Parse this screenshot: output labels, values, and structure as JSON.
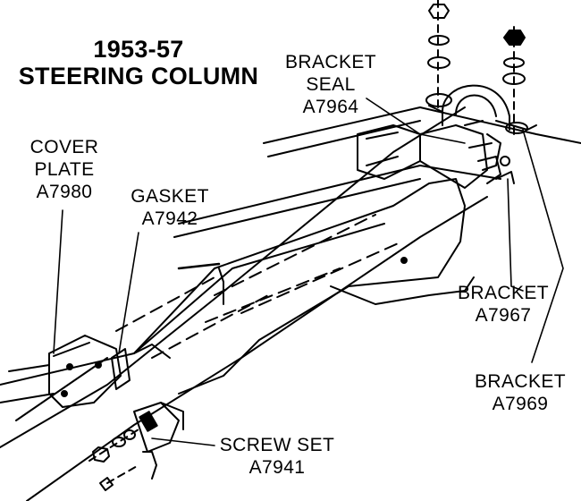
{
  "title": {
    "line1": "1953-57",
    "line2": "STEERING COLUMN"
  },
  "callouts": [
    {
      "id": "bracket-seal",
      "lines": [
        "BRACKET",
        "SEAL",
        "A7964"
      ]
    },
    {
      "id": "cover-plate",
      "lines": [
        "COVER",
        "PLATE",
        "A7980"
      ]
    },
    {
      "id": "gasket",
      "lines": [
        "GASKET",
        "A7942"
      ]
    },
    {
      "id": "bracket-a7967",
      "lines": [
        "BRACKET",
        "A7967"
      ]
    },
    {
      "id": "bracket-a7969",
      "lines": [
        "BRACKET",
        "A7969"
      ]
    },
    {
      "id": "screw-set",
      "lines": [
        "SCREW SET",
        "A7941"
      ]
    }
  ]
}
